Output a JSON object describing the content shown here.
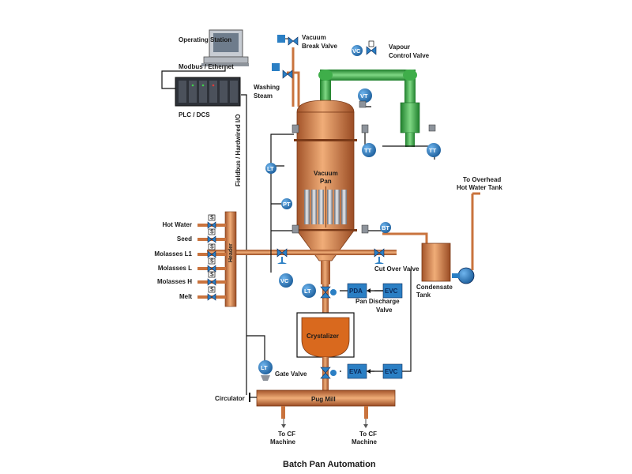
{
  "title": "Batch Pan Automation",
  "control_system": {
    "operating_station": "Operating Station",
    "network": "Modbus / Ethernet",
    "plc": "PLC / DCS",
    "fieldbus": "Fieldbus / Hardwired I/O"
  },
  "vessels": {
    "vacuum_pan": "Vacuum Pan",
    "crystalizer": "Crystalizer",
    "pug_mill": "Pug Mill",
    "condensate_tank": "Condensate Tank",
    "header": "Header"
  },
  "valves": {
    "vacuum_break": "Vacuum Break Valve",
    "vapour_control": "Vapour Control Valve",
    "washing_steam": "Washing Steam",
    "cut_over": "Cut Over Valve",
    "pan_discharge": "Pan Discharge Valve",
    "gate": "Gate Valve"
  },
  "feeds": [
    "Hot Water",
    "Seed",
    "Molasses L1",
    "Molasses L",
    "Molasses H",
    "Melt"
  ],
  "instruments": {
    "vt": "VT",
    "tt1": "TT",
    "tt2": "TT",
    "lt_pan": "LT",
    "pt": "PT",
    "bt": "BT",
    "vc": "VC",
    "vc_small": "VC",
    "lt_cryst": "LT",
    "lt_circ": "LT",
    "pda": "PDA",
    "evc1": "EVC",
    "eva": "EVA",
    "evc2": "EVC",
    "s": "S"
  },
  "destinations": {
    "overhead_tank": "To Overhead Hot Water Tank",
    "cf_machine_1": "To CF Machine",
    "cf_machine_2": "To CF Machine",
    "circulator": "Circulator"
  },
  "colors": {
    "copper": "#c9733d",
    "copper_light": "#e9a06a",
    "green_pipe": "#3fae4a",
    "instrument_blue": "#2b7fc4",
    "crystalizer_fill": "#d9691e"
  }
}
